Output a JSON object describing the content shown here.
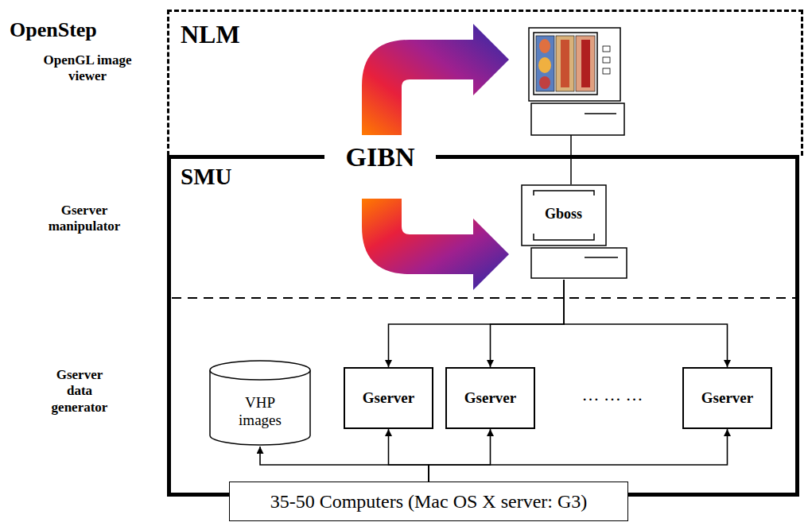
{
  "diagram": {
    "nodes": [
      {
        "text": [
          "NLM"
        ]
      },
      {
        "text": [
          "SMU"
        ]
      },
      {
        "text": [
          "Gboss"
        ],
        "in": 1
      },
      {
        "text": [
          "VHP images"
        ],
        "in": 1
      },
      {
        "text": [
          "Gserver"
        ],
        "in": 1
      },
      {
        "text": [
          "Gserver"
        ],
        "in": 1
      },
      {
        "text": [
          "Gserver"
        ],
        "in": 1
      },
      {
        "text": [
          "35-50 Computers (Mac OS X server: G3)"
        ]
      }
    ],
    "edges": [
      {
        "from": 2,
        "to": 4,
        "arrow": "to"
      },
      {
        "from": 2,
        "to": 5,
        "arrow": "to"
      },
      {
        "from": 2,
        "to": 6,
        "arrow": "to"
      },
      {
        "from": 7,
        "to": 3,
        "arrow": "to"
      },
      {
        "from": 7,
        "to": 4,
        "arrow": "to"
      },
      {
        "from": 7,
        "to": 5,
        "arrow": "to"
      },
      {
        "from": 7,
        "to": 6,
        "arrow": "to"
      }
    ],
    "labels": [
      "OpenStep",
      "OpenGL image viewer",
      "Gserver manipulator",
      "Gserver data generator",
      "GIBN",
      "… … …"
    ]
  }
}
